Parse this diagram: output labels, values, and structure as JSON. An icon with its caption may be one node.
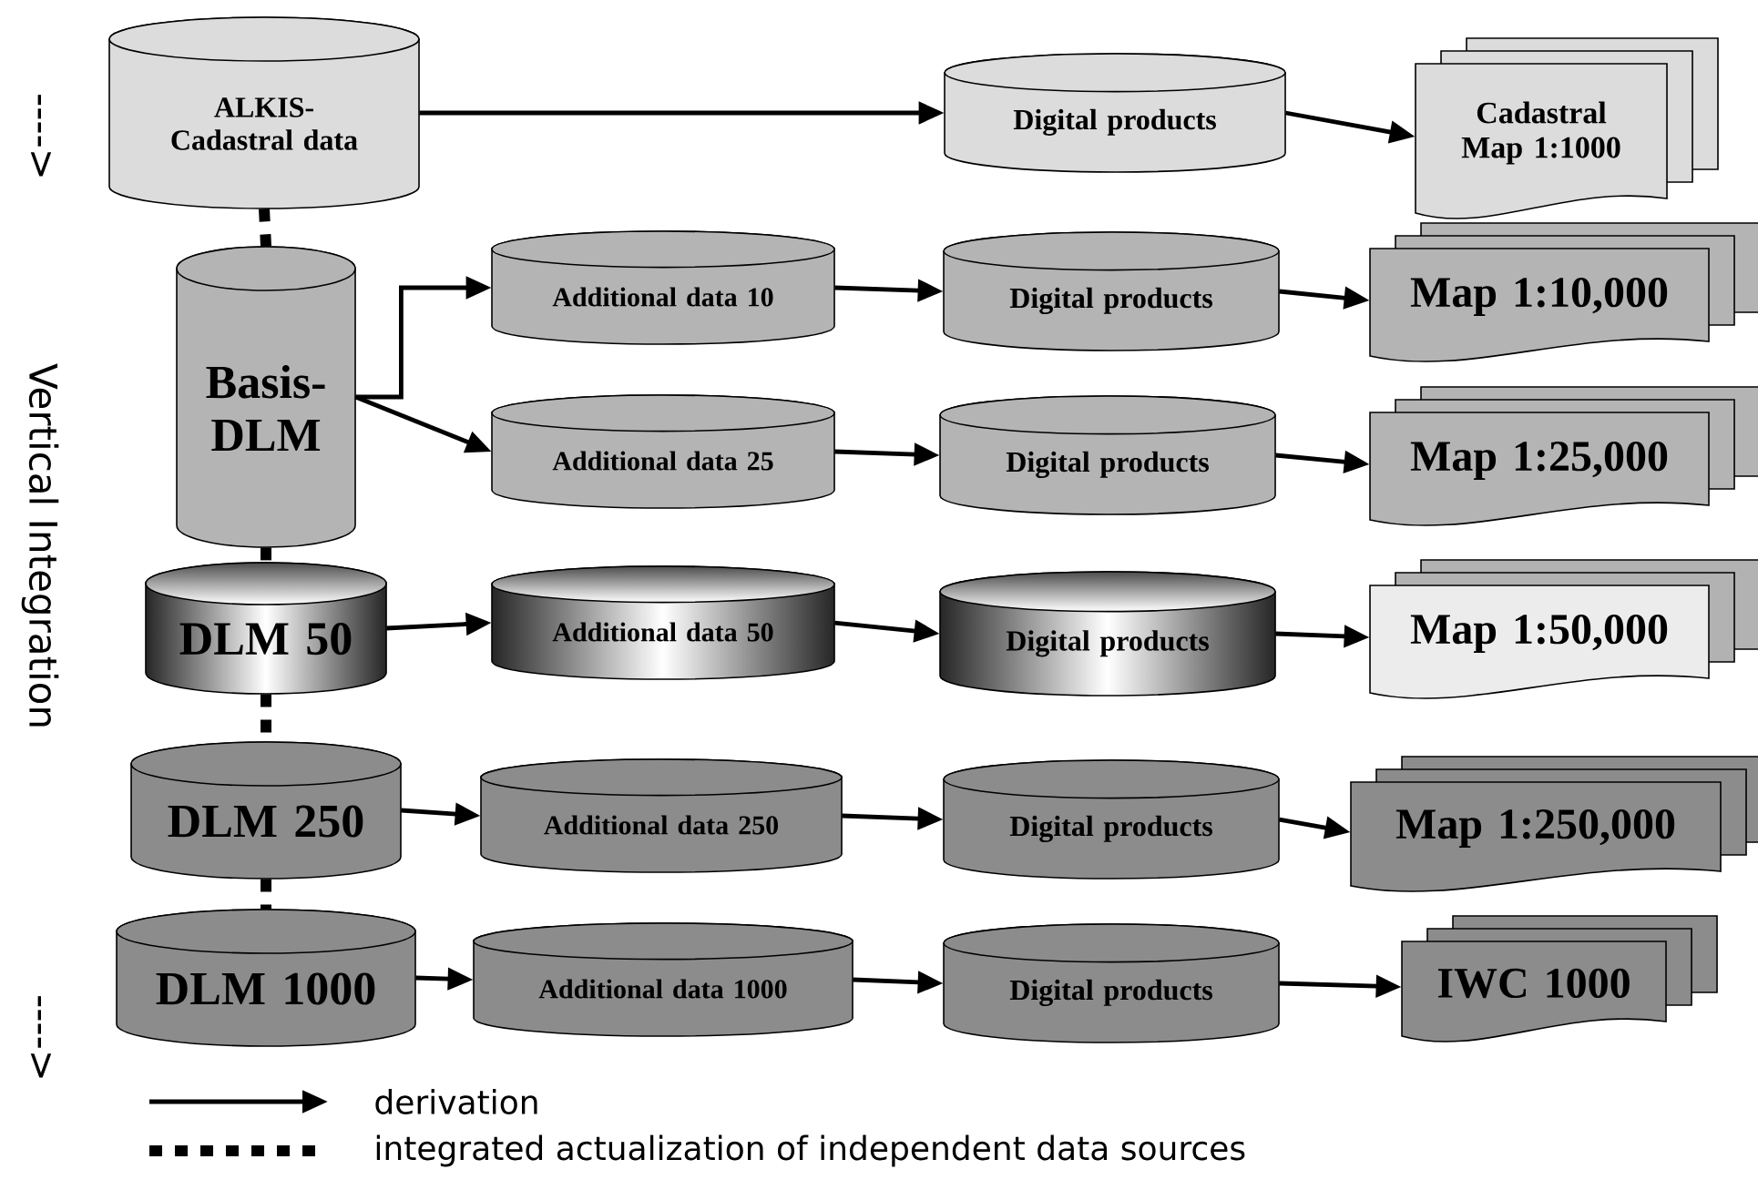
{
  "diagram": {
    "nodes": [
      {
        "text": [
          "ALKIS-Cadastral data"
        ]
      },
      {
        "text": [
          "Digital products"
        ]
      },
      {
        "text": [
          "Cadastral Map 1:1000"
        ]
      },
      {
        "text": [
          "Basis-DLM"
        ]
      },
      {
        "text": [
          "Additional data 10"
        ]
      },
      {
        "text": [
          "Digital products"
        ]
      },
      {
        "text": [
          "Map 1:10,000"
        ]
      },
      {
        "text": [
          "Additional data 25"
        ]
      },
      {
        "text": [
          "Digital products"
        ]
      },
      {
        "text": [
          "Map 1:25,000"
        ]
      },
      {
        "text": [
          "DLM 50"
        ]
      },
      {
        "text": [
          "Additional data 50"
        ]
      },
      {
        "text": [
          "Digital products"
        ]
      },
      {
        "text": [
          "Map 1:50,000"
        ]
      },
      {
        "text": [
          "DLM 250"
        ]
      },
      {
        "text": [
          "Additional data 250"
        ]
      },
      {
        "text": [
          "Digital products"
        ]
      },
      {
        "text": [
          "Map 1:250,000"
        ]
      },
      {
        "text": [
          "DLM 1000"
        ]
      },
      {
        "text": [
          "Additional data 1000"
        ]
      },
      {
        "text": [
          "Digital products"
        ]
      },
      {
        "text": [
          "IWC 1000"
        ]
      }
    ],
    "edges": [
      {
        "from": 0,
        "to": 1,
        "arrow": "to"
      },
      {
        "from": 1,
        "to": 2,
        "arrow": "to"
      },
      {
        "from": 3,
        "to": 4,
        "arrow": "to"
      },
      {
        "from": 3,
        "to": 7,
        "arrow": "to"
      },
      {
        "from": 4,
        "to": 5,
        "arrow": "to"
      },
      {
        "from": 5,
        "to": 6,
        "arrow": "to"
      },
      {
        "from": 7,
        "to": 8,
        "arrow": "to"
      },
      {
        "from": 8,
        "to": 9,
        "arrow": "to"
      },
      {
        "from": 10,
        "to": 11,
        "arrow": "to"
      },
      {
        "from": 11,
        "to": 12,
        "arrow": "to"
      },
      {
        "from": 12,
        "to": 13,
        "arrow": "to"
      },
      {
        "from": 14,
        "to": 15,
        "arrow": "to"
      },
      {
        "from": 15,
        "to": 16,
        "arrow": "to"
      },
      {
        "from": 16,
        "to": 17,
        "arrow": "to"
      },
      {
        "from": 18,
        "to": 19,
        "arrow": "to"
      },
      {
        "from": 19,
        "to": 20,
        "arrow": "to"
      },
      {
        "from": 20,
        "to": 21,
        "arrow": "to"
      },
      {
        "from": 0,
        "to": 3,
        "arrow": "none",
        "style": "dashed"
      },
      {
        "from": 3,
        "to": 10,
        "arrow": "none",
        "style": "dashed"
      },
      {
        "from": 10,
        "to": 14,
        "arrow": "none",
        "style": "dashed"
      },
      {
        "from": 14,
        "to": 18,
        "arrow": "none",
        "style": "dashed"
      }
    ],
    "labels": [
      "---->",
      "Vertical Integration",
      "---->"
    ],
    "legend": [
      {
        "text": "derivation"
      },
      {
        "text": "integrated actualization of independent data sources"
      }
    ]
  }
}
